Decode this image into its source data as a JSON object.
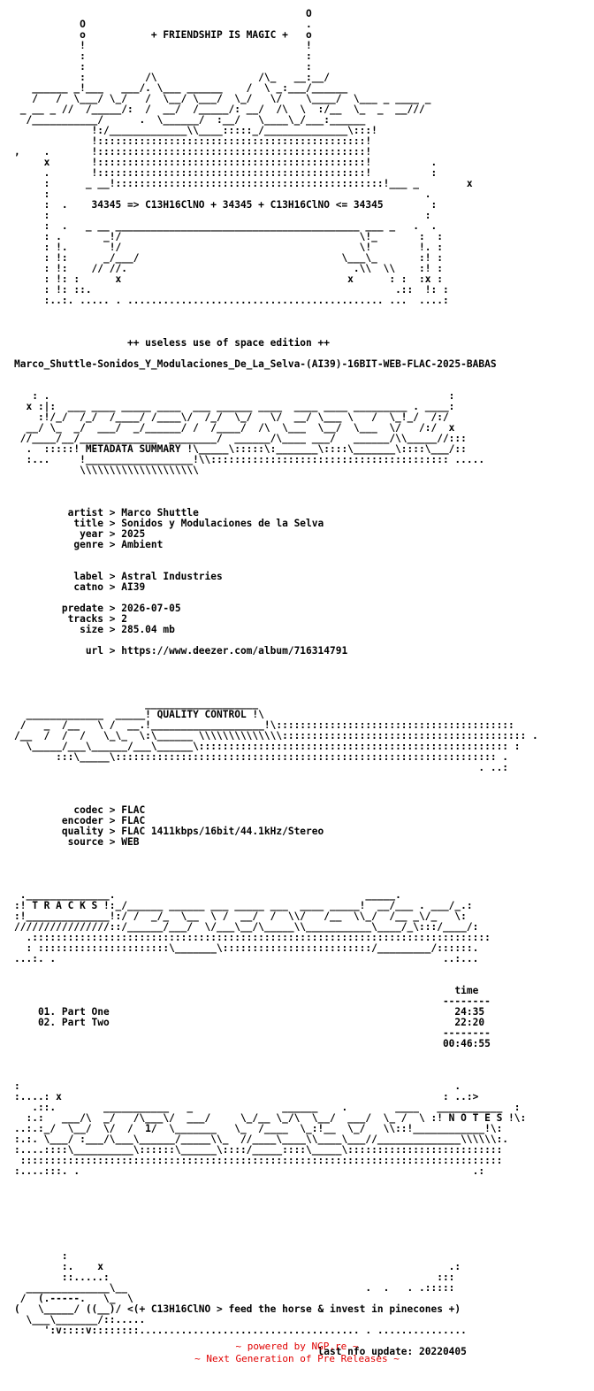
{
  "nfo_lines": [
    "                                                 O",
    "           O                                     .",
    "           o           + FRIENDSHIP IS MAGIC +   o",
    "           !                                     !",
    "           :                                     :",
    "           :                                     :",
    "           :          /\\                 /\\_   __:__/",
    "   ______ _!___   ___/. \\___ ______    /  \\ _:___/______",
    "   /   /  \\___/ \\_/   /  \\__/ \\___/  \\_/   \\/    \\____/  \\___ _ ____ _",
    " _ __ _ //  /_____/:  /  __/  /_____/: __/  /\\  \\  :/__  \\_  _  __///",
    "  /___________/      .  \\______/  :__/   \\____\\_/___:______",
    "             !:/_____________\\\\____:::::_/______________\\:::!",
    "             !:::::::::::::::::::::::::::::::::::::::::::::!",
    ",    .       !:::::::::::::::::::::::::::::::::::::::::::::!",
    "     x       !:::::::::::::::::::::::::::::::::::::::::::::!          .",
    "     .       !:::::::::::::::::::::::::::::::::::::::::::::!          :",
    "     :      _ __!:::::::::::::::::::::::::::::::::::::::::::::!___ _        x",
    "     :                                                               .",
    "     :  .    34345 => C13H16ClNO + 34345 + C13H16ClNO <= 34345        :",
    "     :                                                               :",
    "     :  .   _ __ _________________________________________ ___ _   .  .",
    "     : .       _!/                                        \\!_       :  :",
    "     : !.       !/                                        \\!        !. :",
    "     : !:      _/___/                                  \\___\\_       :! :",
    "     : !:    // //.                                      .\\\\  \\\\    :! :",
    "     : !: :      x                                      x      : :  :x :",
    "     : !: ::.                                                   .::  !: :",
    "     :..:. ..... . ........................................... ...  ....:",
    "",
    "",
    "",
    "                   ++ useless use of space edition ++",
    "",
    "Marco_Shuttle-Sonidos_Y_Modulaciones_De_La_Selva-(AI39)-16BIT-WEB-FLAC-2025-BABAS",
    "",
    "",
    "   : .                                                                   :",
    "  x :|:  ___ ____ _____ ____  ___ ______ ____  ____ ____ _________ . ____:",
    "    :!/_/  /_/  /____/ /____\\/  /_/  \\_/   \\/  __/ \\___ \\   /  \\_!_/  /:/",
    "  __/ \\_  _/  ___/  _/______/ /  /____/  /\\  \\___  \\__/  \\___  \\/   /:/  x",
    " //____/__/_____________  ________/  ______/\\____ ___/   ______/\\\\_____//:::",
    "  .  :::::! METADATA SUMMARY !\\_____\\:::::\\:_______\\::::\\_______\\::::\\___/::",
    "  :...     !__________________!\\\\:::::::::::::::::::::::::::::::::::::::: .....",
    "           \\\\\\\\\\\\\\\\\\\\\\\\\\\\\\\\\\\\\\\\",
    "",
    "",
    "",
    "         artist > Marco Shuttle",
    "          title > Sonidos y Modulaciones de la Selva",
    "           year > 2025",
    "          genre > Ambient",
    "",
    "",
    "          label > Astral Industries",
    "          catno > AI39",
    "",
    "        predate > 2026-07-05",
    "         tracks > 2",
    "           size > 285.04 mb",
    "",
    "            url > https://www.deezer.com/album/716314791",
    "",
    "",
    "",
    "",
    "                      ___________________",
    "  _____________  _____! QUALITY CONTROL !\\",
    " /   _  /__   \\ /  __.!___________________!\\::::::::::::::::::::::::::::::::::::::::",
    "/__  /  /  /   \\_\\_  \\:\\______ \\\\\\\\\\\\\\\\\\\\\\\\\\\\::::::::::::::::::::::::::::::::::::::::: .",
    "  \\_____/___\\______/___\\______\\:::::::::::::::::::::::::::::::::::::::::::::::::::: :",
    "       :::\\_____\\:::::::::::::::::::::::::::::::::::::::::::::::::::::::::::::::: .",
    "                                                                              . ..:",
    "",
    "",
    "",
    "          codec > FLAC",
    "        encoder > FLAC",
    "        quality > FLAC 1411kbps/16bit/44.1kHz/Stereo",
    "         source > WEB",
    "",
    "",
    "",
    "",
    " .______________.                                          _____.",
    ":! T R A C K S !:_/______ ______ ___ _____ ___  ____ _____!  __/___ . ___/_.:",
    ":!______________!:/ /  _/_  \\__  \\ /  __/  /  \\\\/   /__  \\\\_/  /__ _\\/_   \\:",
    "////////////////::/______/___/  \\/___\\__/\\_____\\\\___________\\____/_\\:::/____/:",
    "  .:::::::::::::::::::::::::::::::::::::::::::::::::::::::::::::::::::::::::::::",
    "  : ::::::::::::::::::::::\\_______\\:::::::::::::::::::::::::/_________/::::::.",
    "...:. .                                                                 ..:...",
    "",
    "",
    "                                                                          time",
    "                                                                        --------",
    "    01. Part One                                                          24:35",
    "    02. Part Two                                                          22:20",
    "                                                                        --------",
    "                                                                        00:46:55",
    "",
    "",
    "",
    ":                                                                         .",
    ":....: x                                                                : ..:>",
    "   .::.        ___________   _               ______    .        ____   ___________  :",
    "  :.:   ___/\\  _/   /\\___\\/  ___/     \\_/__ \\_/\\  \\__/  ___/  \\_ /  \\ :! N O T E S !\\:",
    "..:.:_/  \\__/  \\/  /  1/  \\_______   \\_  /____  \\_:!__  \\_/   \\\\::!____________!\\:",
    ":.:. \\___/ :___/\\___\\______/_____\\\\_  //____\\____\\\\____\\___//______________\\\\\\\\\\\\:.",
    ":....::::\\__________\\::::::\\______\\::::/_____::::\\_____\\::::::::::::::::::::::::::",
    " :::::::::::::::::::::::::::::::::::::::::::::::::::::::::::::::::::::::::::::::::",
    ":....:::. .                                                                  .:",
    "",
    "",
    "",
    "",
    "",
    "",
    "",
    "        :",
    "        :.    x                                                          .:",
    "        ::.....:                                                       :::",
    "  ______________\\__                                        .  .   . .:::::",
    " /  (.-----.   \\_  \\",
    "(   \\_____/ ((__)/ <(+ C13H16ClNO > feed the horse & invest in pinecones +)",
    "  \\___\\_______/::.....",
    "     ':v::::v::::::::..................................... . ...............",
    "",
    "                                                   last nfo update: 20220405"
  ],
  "footer": {
    "line1": "~ powered by NGP.re ~",
    "line2": "~ Next Generation of Pre Releases ~"
  }
}
